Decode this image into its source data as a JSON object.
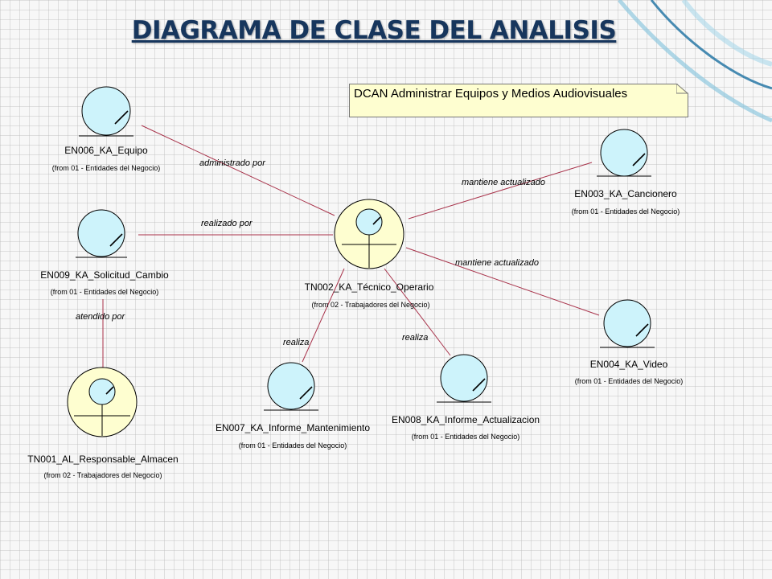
{
  "title": "DIAGRAMA DE CLASE DEL ANALISIS",
  "note": "DCAN Administrar Equipos y Medios Audiovisuales",
  "colors": {
    "entity_fill": "#cdf3fb",
    "control_fill": "#fefed0",
    "line": "#a8324a",
    "title": "#17365d"
  },
  "classes": [
    {
      "id": "en006",
      "name": "EN006_KA_Equipo",
      "from": "(from 01 - Entidades del Negocio)",
      "kind": "entity"
    },
    {
      "id": "en009",
      "name": "EN009_KA_Solicitud_Cambio",
      "from": "(from 01 - Entidades del Negocio)",
      "kind": "entity"
    },
    {
      "id": "tn001",
      "name": "TN001_AL_Responsable_Almacen",
      "from": "(from 02 - Trabajadores del Negocio)",
      "kind": "worker"
    },
    {
      "id": "tn002",
      "name": "TN002_KA_Técnico_Operario",
      "from": "(from 02 - Trabajadores del Negocio)",
      "kind": "worker"
    },
    {
      "id": "en003",
      "name": "EN003_KA_Cancionero",
      "from": "(from 01 - Entidades del Negocio)",
      "kind": "entity"
    },
    {
      "id": "en004",
      "name": "EN004_KA_Video",
      "from": "(from 01 - Entidades del Negocio)",
      "kind": "entity"
    },
    {
      "id": "en007",
      "name": "EN007_KA_Informe_Mantenimiento",
      "from": "(from 01 - Entidades del Negocio)",
      "kind": "entity"
    },
    {
      "id": "en008",
      "name": "EN008_KA_Informe_Actualizacion",
      "from": "(from 01 - Entidades del Negocio)",
      "kind": "entity"
    }
  ],
  "relations": [
    {
      "label": "administrado por"
    },
    {
      "label": "realizado por"
    },
    {
      "label": "atendido por"
    },
    {
      "label": "mantiene actualizado"
    },
    {
      "label": "mantiene actualizado"
    },
    {
      "label": "realiza"
    },
    {
      "label": "realiza"
    }
  ]
}
